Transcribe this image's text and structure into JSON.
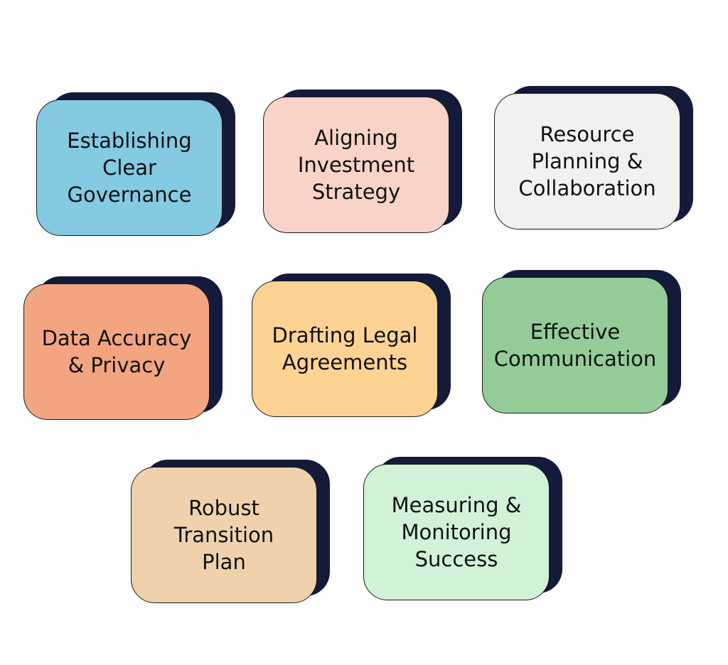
{
  "cards": [
    {
      "label": "Establishing\nClear\nGovernance",
      "color": "#84cae3"
    },
    {
      "label": "Aligning\nInvestment\nStrategy",
      "color": "#f8d3c8"
    },
    {
      "label": "Resource\nPlanning &\nCollaboration",
      "color": "#f2f1ef"
    },
    {
      "label": "Data Accuracy\n& Privacy",
      "color": "#f2a580"
    },
    {
      "label": "Drafting Legal\nAgreements",
      "color": "#fdd394"
    },
    {
      "label": "Effective\nCommunication",
      "color": "#94cc98"
    },
    {
      "label": "Robust\nTransition\nPlan",
      "color": "#efd2ac"
    },
    {
      "label": "Measuring &\nMonitoring\nSuccess",
      "color": "#d1f2d6"
    }
  ],
  "shadow_color": "#131a3a"
}
